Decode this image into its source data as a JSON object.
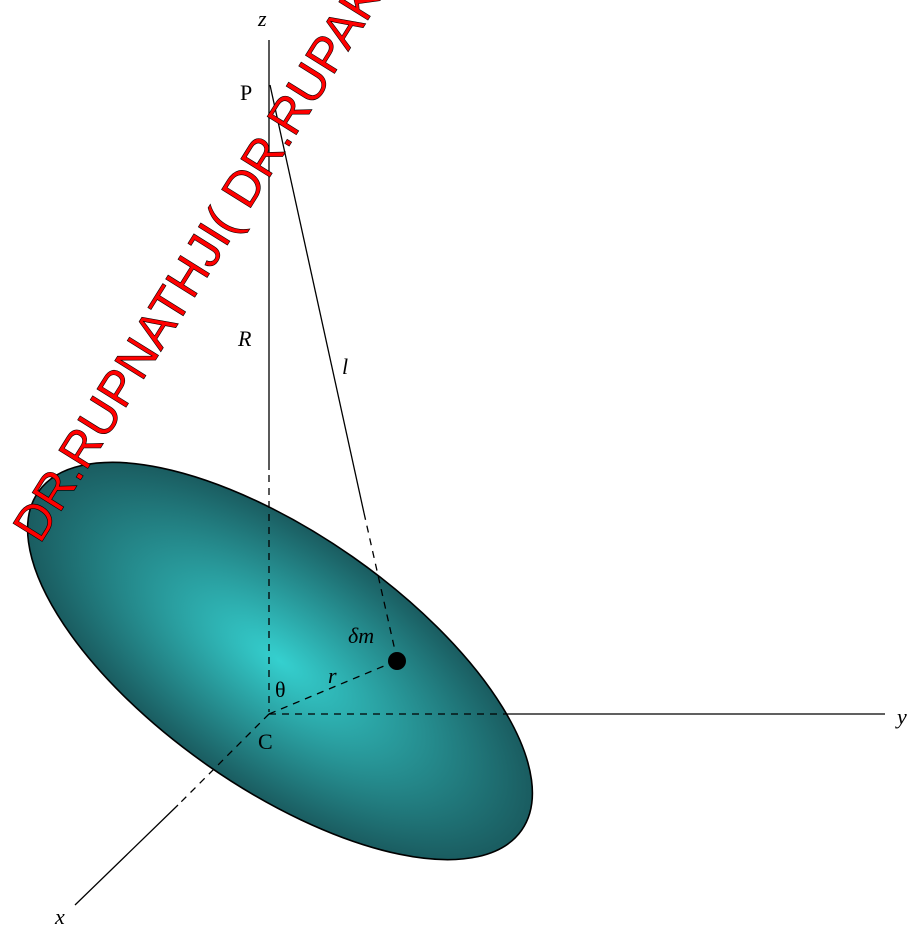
{
  "labels": {
    "z_axis": "z",
    "y_axis": "y",
    "x_axis": "x",
    "point_p": "P",
    "distance_R": "R",
    "distance_l": "l",
    "mass_element": "δm",
    "radius_r": "r",
    "angle_theta": "θ",
    "center_c": "C"
  },
  "watermark": {
    "text": "DR.RUPNATHJI( DR.RUPAK",
    "color": "#ff0000"
  },
  "colors": {
    "disk_center": "#35d0cf",
    "disk_edge": "#1a5c60",
    "lines": "#000000"
  }
}
